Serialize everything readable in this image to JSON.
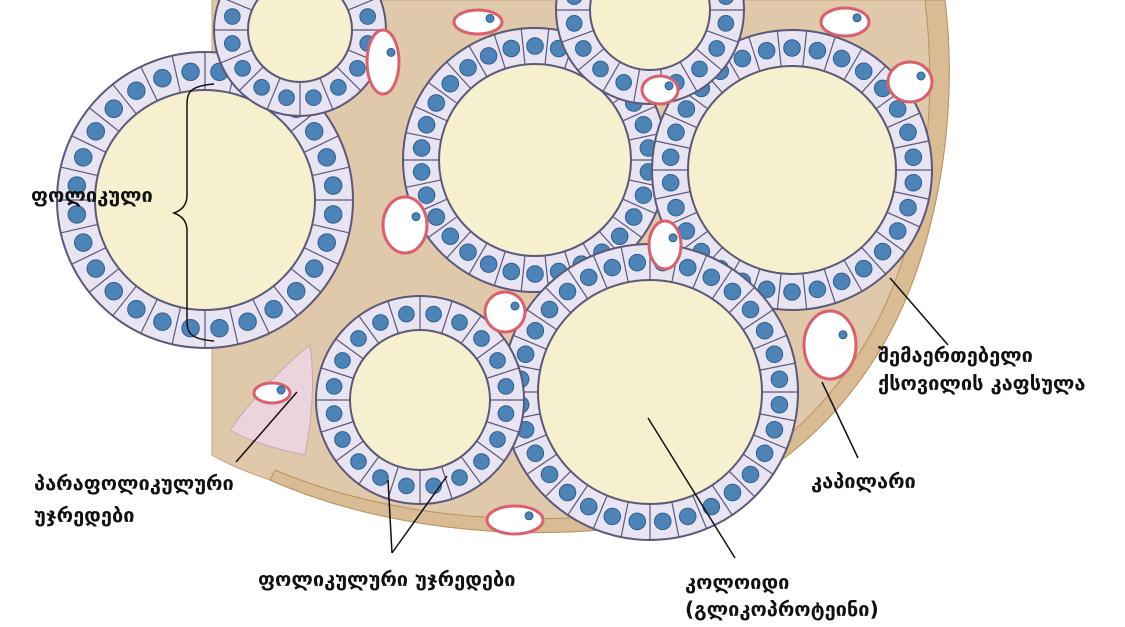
{
  "labels": {
    "follicle": "ფოლიკული",
    "capsule_line1": "შემაერთებელი",
    "capsule_line2": "ქსოვილის კაფსულა",
    "capillary": "კაპილარი",
    "parafollicular_line1": "პარაფოლიკულური",
    "parafollicular_line2": "უჯრედები",
    "follicular_cells": "ფოლიკულური უჯრედები",
    "colloid_line1": "კოლოიდი",
    "colloid_line2": "(გლიკოპროტეინი)"
  },
  "colors": {
    "connective_tissue": "#e0c9aa",
    "capsule": "#d9bc94",
    "colloid": "#f6f0cf",
    "cell_fill": "#e9e4f2",
    "cell_border": "#5c5878",
    "nucleus": "#4d84b8",
    "capillary_wall": "#d9606c",
    "parafollicular_fill": "#ecd4dc"
  }
}
